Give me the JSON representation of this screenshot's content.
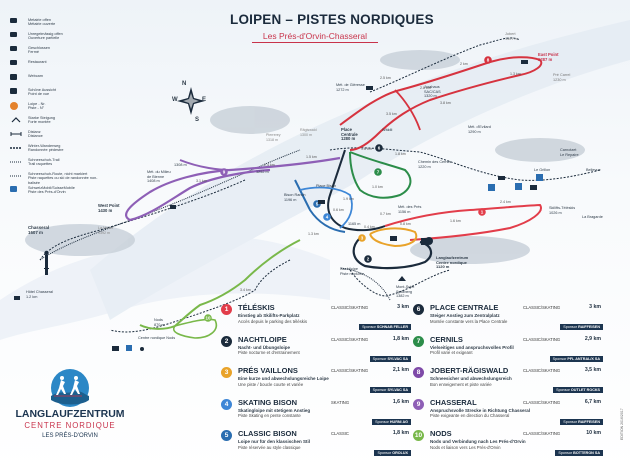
{
  "title": "LOIPEN – PISTES NORDIQUES",
  "subtitle": "Les Prés-d'Orvin-Chasseral",
  "compass": {
    "n": "N",
    "s": "S",
    "e": "E",
    "w": "W"
  },
  "legend": [
    {
      "icon": "trail-status-icon",
      "text": "Metairie offen\nMétairie ouverte",
      "color": "#1b2b3c"
    },
    {
      "icon": "partial-status-icon",
      "text": "Unregelmässig offen\nOuverture partielle",
      "color": "#1b2b3c"
    },
    {
      "icon": "closed-icon",
      "text": "Geschlossen\nFermé",
      "color": "#1b2b3c"
    },
    {
      "icon": "restaurant-icon",
      "text": "Restaurant",
      "color": "#1b2b3c"
    },
    {
      "icon": "webcam-icon",
      "text": "Webcam",
      "color": "#1b2b3c"
    },
    {
      "icon": "viewpoint-icon",
      "text": "Schöne Aussicht\nPoint de vue",
      "color": "#1b2b3c"
    },
    {
      "icon": "trail-number-icon",
      "text": "Loipe - Nr.\nPiste - N°",
      "color": "#e4822c"
    },
    {
      "icon": "climb-icon",
      "text": "Starke Steigung\nForte montée",
      "color": "#1b2b3c"
    },
    {
      "icon": "distance-icon",
      "text": "Distanz\nDistance",
      "color": "#1b2b3c"
    },
    {
      "icon": "hiking-icon",
      "text": "Winter-Wanderweg\nRandonnée pédestre",
      "color": "#1b2b3c"
    },
    {
      "icon": "snowshoe-free-icon",
      "text": "Schneeschuh-Trail\nTrail raquettes",
      "color": "#1b2b3c"
    },
    {
      "icon": "snowshoe-unmarked-icon",
      "text": "Schneeschuh-Route, nicht markiert\nPiste raquettes ou ski de randonnée non-balisée",
      "color": "#1b2b3c"
    },
    {
      "icon": "bus-icon",
      "text": "SchweizMobil/SuisseMobile\nPiste des Prés-d'Orvin",
      "color": "#2a6db0"
    }
  ],
  "map_labels": {
    "jobert": "Jobert\n1307 m",
    "east_point": "East Point\n1287 m",
    "pre_carrel": "Pré Carrel\n1230 m",
    "gleresse": "Mét. de Gléresse\n1272 m",
    "jurahaus": "Jurahaus\nSAC/CAS\n1320 m",
    "place_centrale": "Place\nCentrale\n1280 m",
    "waldli": "Wäldli",
    "evilard": "Mét. d'Evilard\n1290 m",
    "carnotzet": "Carnotzet\nLe Repaire",
    "bellevue": "Bellevue",
    "le_grillon": "Le Grillon",
    "chemin_cernils": "Chemin des Cernils\n1220 m",
    "pierrerey": "Pierrerey\n1318 m",
    "ragiswald": "Rägiswald\n1300 m",
    "milieu_bienne": "Mét. du Milieu\nde Bienne\n1408 m",
    "west_point": "West Point\n1430 m",
    "la_neuve": "La Neuve\n1392 m",
    "chasseral": "Chasseral\n1607 m",
    "hotel_chasseral": "Hôtel Chasseral\n1.2 km",
    "bison_ranch": "Bison Ranch\n1196 m",
    "place_bison": "Place Bison",
    "met_pres": "Mét. des Prés\n1156 m",
    "skilifts": "Skilifts-Téléskis\n1026 m",
    "la_bragarde": "La Bragarde",
    "langlaufzentrum": "Langlaufzentrum\nCentre nordique\n1120 m",
    "nachtloipe": "Nachtloipe\nPiste nocturne",
    "mont_sujet": "Mont-Sujet\nSpitzberg\n1382 m",
    "nods": "Nods\n870 m",
    "centre_nods": "Centre nordique Nods",
    "alt_1308": "1308 m",
    "alt_1252": "1252 m",
    "alt_1165": "1165 m"
  },
  "distances": [
    "2.5 km",
    "2 km",
    "1.3 km",
    "3.8 km",
    "3.5 km",
    "1.5 km",
    "2.4 km",
    "3.1 km",
    "1.6 km",
    "1.8 km",
    "1.0 km",
    "0.6 km",
    "2.4 km",
    "1.6 km",
    "0.7 km",
    "3.4 km",
    "0.8 km",
    "1.9 km",
    "1.3 km",
    "0.4 km",
    "2.8 km"
  ],
  "trails": [
    {
      "n": "1",
      "name": "TÉLÉSKIS",
      "type": "CLASSIC/SKATING",
      "km": "3 km",
      "d1": "Einstieg ab Skilifts-Parkplatz",
      "d2": "Accès depuis le parking des téléskis",
      "sponsor_label": "Sponsor",
      "sponsor": "SCHNAB FELLER",
      "color": "#e23d4a"
    },
    {
      "n": "6",
      "name": "PLACE CENTRALE",
      "type": "CLASSIC/SKATING",
      "km": "3 km",
      "d1": "Steiger Anstieg zum Zentralplatz",
      "d2": "Montée constante vers la Place Centrale",
      "sponsor_label": "Sponsor",
      "sponsor": "RAIFFEISEN",
      "color": "#1b2b3c"
    },
    {
      "n": "2",
      "name": "NACHTLOIPE",
      "type": "CLASSIC/SKATING",
      "km": "1,8 km",
      "d1": "Nacht- und Übungsloipe",
      "d2": "Piste nocturne et d'entrainement",
      "sponsor_label": "Sponsor",
      "sponsor": "SYLVAC SA",
      "color": "#1b2b3c"
    },
    {
      "n": "7",
      "name": "CERNILS",
      "type": "CLASSIC/SKATING",
      "km": "2,9 km",
      "d1": "Vielseitiges und anspruchsvolles Profil",
      "d2": "Profil varié et exigeant",
      "sponsor_label": "Sponsor",
      "sponsor": "PFL ANTRAL/X SA",
      "color": "#2c8d4a"
    },
    {
      "n": "3",
      "name": "PRÉS VAILLONS",
      "type": "CLASSIC/SKATING",
      "km": "2,1 km",
      "d1": "Eine kurze und abwechslungsreiche Loipe",
      "d2": "Une piste / boucle courte et variée",
      "sponsor_label": "Sponsor",
      "sponsor": "SYLVAC SA",
      "color": "#e9a32a"
    },
    {
      "n": "8",
      "name": "JOBERT-RÄGISWALD",
      "type": "CLASSIC/SKATING",
      "km": "3,5 km",
      "d1": "Schneesicher und abwechslungsreich",
      "d2": "Bon enneigement et piste variée",
      "sponsor_label": "Sponsor",
      "sponsor": "OUTLET ROCKS",
      "color": "#7e4aa8"
    },
    {
      "n": "4",
      "name": "SKATING BISON",
      "type": "SKATING",
      "km": "1,6 km",
      "d1": "Skatingloipe mit stetigem Anstieg",
      "d2": "Piste Skating en pente constante",
      "sponsor_label": "Sponsor",
      "sponsor": "HURNI AG",
      "color": "#3d86d6"
    },
    {
      "n": "9",
      "name": "CHASSERAL",
      "type": "CLASSIC/SKATING",
      "km": "6,7 km",
      "d1": "Anspruchsvolle Strecke in Richtung Chasseral",
      "d2": "Piste exigeante en direction du Chasseral",
      "sponsor_label": "Sponsor",
      "sponsor": "RAIFFEISEN",
      "color": "#8e5fb6"
    },
    {
      "n": "5",
      "name": "CLASSIC BISON",
      "type": "CLASSIC",
      "km": "1,8 km",
      "d1": "Loipe nur für den klassischen Stil",
      "d2": "Piste réservée au style classique",
      "sponsor_label": "Sponsor",
      "sponsor": "OROLUX",
      "color": "#2a6db0"
    },
    {
      "n": "10",
      "name": "NODS",
      "type": "CLASSIC/SKATING",
      "km": "10 km",
      "d1": "Nods und Verbindung nach Les Prés-d'Orvin",
      "d2": "Nods et liaison vers Les Prés-d'Orvin",
      "sponsor_label": "Sponsor",
      "sponsor": "BOTTERON SA",
      "color": "#79b84a"
    }
  ],
  "logo": {
    "line1": "LANGLAUFZENTRUM",
    "line2": "CENTRE NORDIQUE",
    "line3": "LES PRÉS-D'ORVIN"
  },
  "edition": "EDITION 2016/2017",
  "colors": {
    "title": "#1b2b3c",
    "accent": "#c8334b",
    "sponsor_bg": "#1c3550"
  }
}
